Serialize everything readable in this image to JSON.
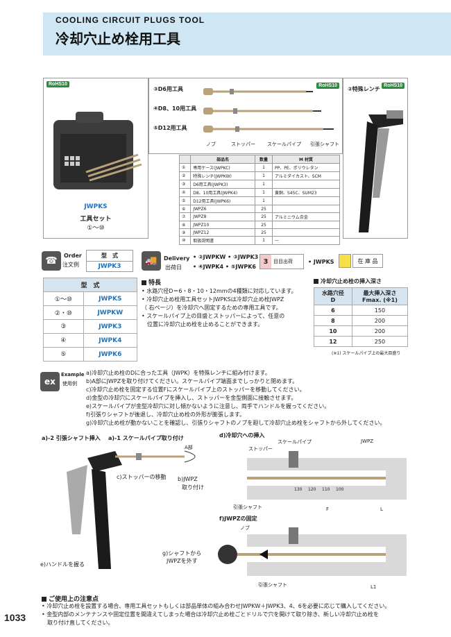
{
  "header": {
    "title_en": "COOLING CIRCUIT PLUGS TOOL",
    "title_jp": "冷却穴止め栓用工具"
  },
  "rohs": "RoHS10",
  "kit": {
    "model": "JWPKS",
    "name": "工具セット",
    "range": "①～⑩"
  },
  "tools": {
    "d6": "③D6用工具",
    "d810": "④D8、10用工具",
    "d12": "⑤D12用工具",
    "wrench": "②特殊レンチ",
    "labels": [
      "ノブ",
      "ストッパー",
      "スケールパイプ",
      "引張シャフト"
    ]
  },
  "parts": {
    "headers": [
      "",
      "部品名",
      "数量",
      "M 材質"
    ],
    "rows": [
      [
        "①",
        "専用ケース(JWPKC)",
        "1",
        "PP、PE、ポリウレタン"
      ],
      [
        "②",
        "特殊レンチ(JWPKW)",
        "1",
        "アルミダイカスト、SCM"
      ],
      [
        "③",
        "D6用工具(JWPK3)",
        "1",
        ""
      ],
      [
        "④",
        "D8、10用工具(JWPK4)",
        "1",
        "黄銅、S45C、SUM23"
      ],
      [
        "⑤",
        "D12用工具(JWPK6)",
        "1",
        ""
      ],
      [
        "⑥",
        "JWPZ6",
        "25",
        ""
      ],
      [
        "⑦",
        "JWPZ8",
        "25",
        "アルミニウム合金"
      ],
      [
        "⑧",
        "JWPZ10",
        "25",
        ""
      ],
      [
        "⑨",
        "JWPZ12",
        "25",
        ""
      ],
      [
        "⑩",
        "取扱説明書",
        "1",
        "—"
      ]
    ]
  },
  "order": {
    "label_en": "Order",
    "label_jp": "注文例",
    "col": "型　式",
    "value": "JWPK3"
  },
  "delivery": {
    "label_en": "Delivery",
    "label_jp": "出荷日",
    "items1": "• ②JWPKW • ③JWPK3",
    "items2": "• ④JWPK4 • ⑤JWPK6",
    "days": "3",
    "days_label": "目目出荷",
    "stock_item": "• JWPKS",
    "stock_label": "在 庫 品"
  },
  "model_table": {
    "header": "型　式",
    "rows": [
      [
        "①～⑩",
        "JWPKS"
      ],
      [
        "②・⑩",
        "JWPKW"
      ],
      [
        "③",
        "JWPK3"
      ],
      [
        "④",
        "JWPK4"
      ],
      [
        "⑤",
        "JWPK6"
      ]
    ]
  },
  "features": {
    "title": "特長",
    "lines": [
      "• 水路穴径D＝6・8・10・12mmの4種類に対応しています。",
      "• 冷却穴止め栓用工具セットJWPKSは冷却穴止め栓JWPZ",
      "（ 右ページ）を冷却穴へ固定するための専用工具です。",
      "• スケールパイプ上の目盛とストッパーによって、任意の",
      "　位置に冷却穴止め栓を止めることができます。"
    ]
  },
  "insertion": {
    "title": "冷却穴止め栓の挿入深さ",
    "h1": "水路穴径",
    "h1b": "D",
    "h2": "最大挿入深さ",
    "h2b": "Fmax.",
    "h2c": "(※1)",
    "rows": [
      [
        "6",
        "150"
      ],
      [
        "8",
        "200"
      ],
      [
        "10",
        "200"
      ],
      [
        "12",
        "250"
      ]
    ],
    "note": "(※1) スケールパイプ上の最大目盛り"
  },
  "example": {
    "label_en": "Example",
    "label_jp": "使用例",
    "lines": [
      "a)冷却穴止め栓のDに合った工具（JWPK）を特殊レンチに組み付けます。",
      "b)A部にJWPZを取り付けてください。スケールパイプ端面までしっかりと閉めます。",
      "c)冷却穴止め栓を固定する位置Fにスケールパイプ上のストッパーを移動してください。",
      "d)金型の冷却穴にスケールパイプを挿入し、ストッパーを金型側面に接触させます。",
      "e)スケールパイプが金型冷却穴に対し傾かないように注意し、両手でハンドルを握ってください。",
      "f)引張りシャフトが後退し、冷却穴止め栓の外形が膨張します。",
      "g)冷却穴止め栓が動かないことを確認し、引張りシャフトのノブを廻して冷却穴止め栓をシャフトから外してください。"
    ]
  },
  "diagram": {
    "a2": "a)-2 引張シャフト挿入",
    "a1": "a)-1 スケールパイプ取り付け",
    "abc": "A部",
    "c": "c)ストッパーの移動",
    "b": "b)JWPZ",
    "b2": "取り付け",
    "e": "e)ハンドルを握る",
    "d": "d)冷却穴への挿入",
    "scale_pipe": "スケールパイプ",
    "stopper": "ストッパー",
    "jwpz": "JWPZ",
    "shaft": "引張シャフト",
    "f": "f)JWPZの固定",
    "knob": "ノブ",
    "g": "g)シャフトから",
    "g2": "JWPZを外す",
    "scale": [
      "130",
      "120",
      "110",
      "100"
    ],
    "F": "F",
    "L": "L",
    "L1": "L1"
  },
  "notes": {
    "title": "ご使用上の注意点",
    "lines": [
      "• 冷却穴止め栓を設置する場合、専用工具セットもしくは部品単体の組み合わせJWPKW＋JWPK3、4、6を必要に応じて購入してください。",
      "• 金型内部のメンテナンスや固定位置を間違えてしまった場合は冷却穴止め栓ごとドリルで穴を開けて取り除き、新しい冷却穴止め栓を",
      "　取り付け直してください。"
    ]
  },
  "page_number": "1033"
}
